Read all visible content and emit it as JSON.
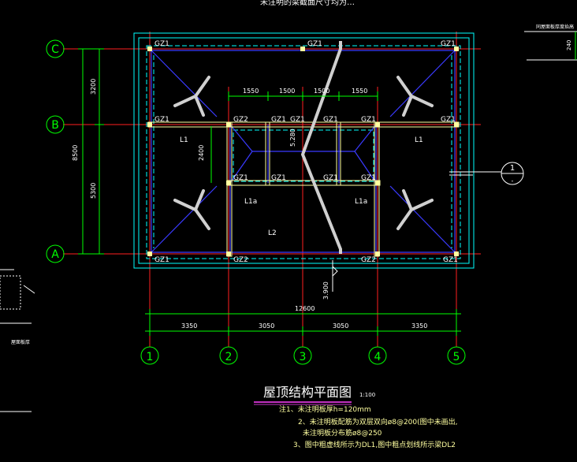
{
  "header_fragment": "未注明的梁截面尺寸均为…",
  "detail_label": "同屋面板厚度抬高",
  "detail_dim": "240",
  "left_detail_label": "屋面板厚",
  "axes_v": [
    "1",
    "2",
    "3",
    "4",
    "5"
  ],
  "axes_h": [
    "C",
    "B",
    "A"
  ],
  "dims_left_segments": [
    "3200",
    "5300"
  ],
  "dims_left_total": "8500",
  "dims_top": [
    "1550",
    "1500",
    "1500",
    "1550"
  ],
  "dim_mid_vertical": "2400",
  "dim_ridge": "5.280",
  "dim_bottom_small": "3.900",
  "dims_bottom_segments": [
    "3350",
    "3050",
    "3050",
    "3350"
  ],
  "dims_bottom_total": "12600",
  "section_marker": "1",
  "columns": {
    "gz1": "GZ1",
    "gz2": "GZ2"
  },
  "beams": {
    "l1": "L1",
    "l1a": "L1a",
    "l2": "L2"
  },
  "title": "屋顶结构平面图",
  "scale": "1:100",
  "notes": [
    "注1、未注明板厚h=120mm",
    "2、未注明板配筋为双层双向ø8@200(图中未画出,",
    "未注明板分布筋ø8@250",
    "3、图中粗虚线所示为DL1,图中粗点划线所示梁DL2"
  ],
  "colors": {
    "grid": "#ff2020",
    "dim": "#00ff00",
    "outline": "#00ffff",
    "beam": "#3a3aff",
    "white": "#ffffff",
    "column": "#ffffa0",
    "text_yellow": "#ffffa0"
  }
}
